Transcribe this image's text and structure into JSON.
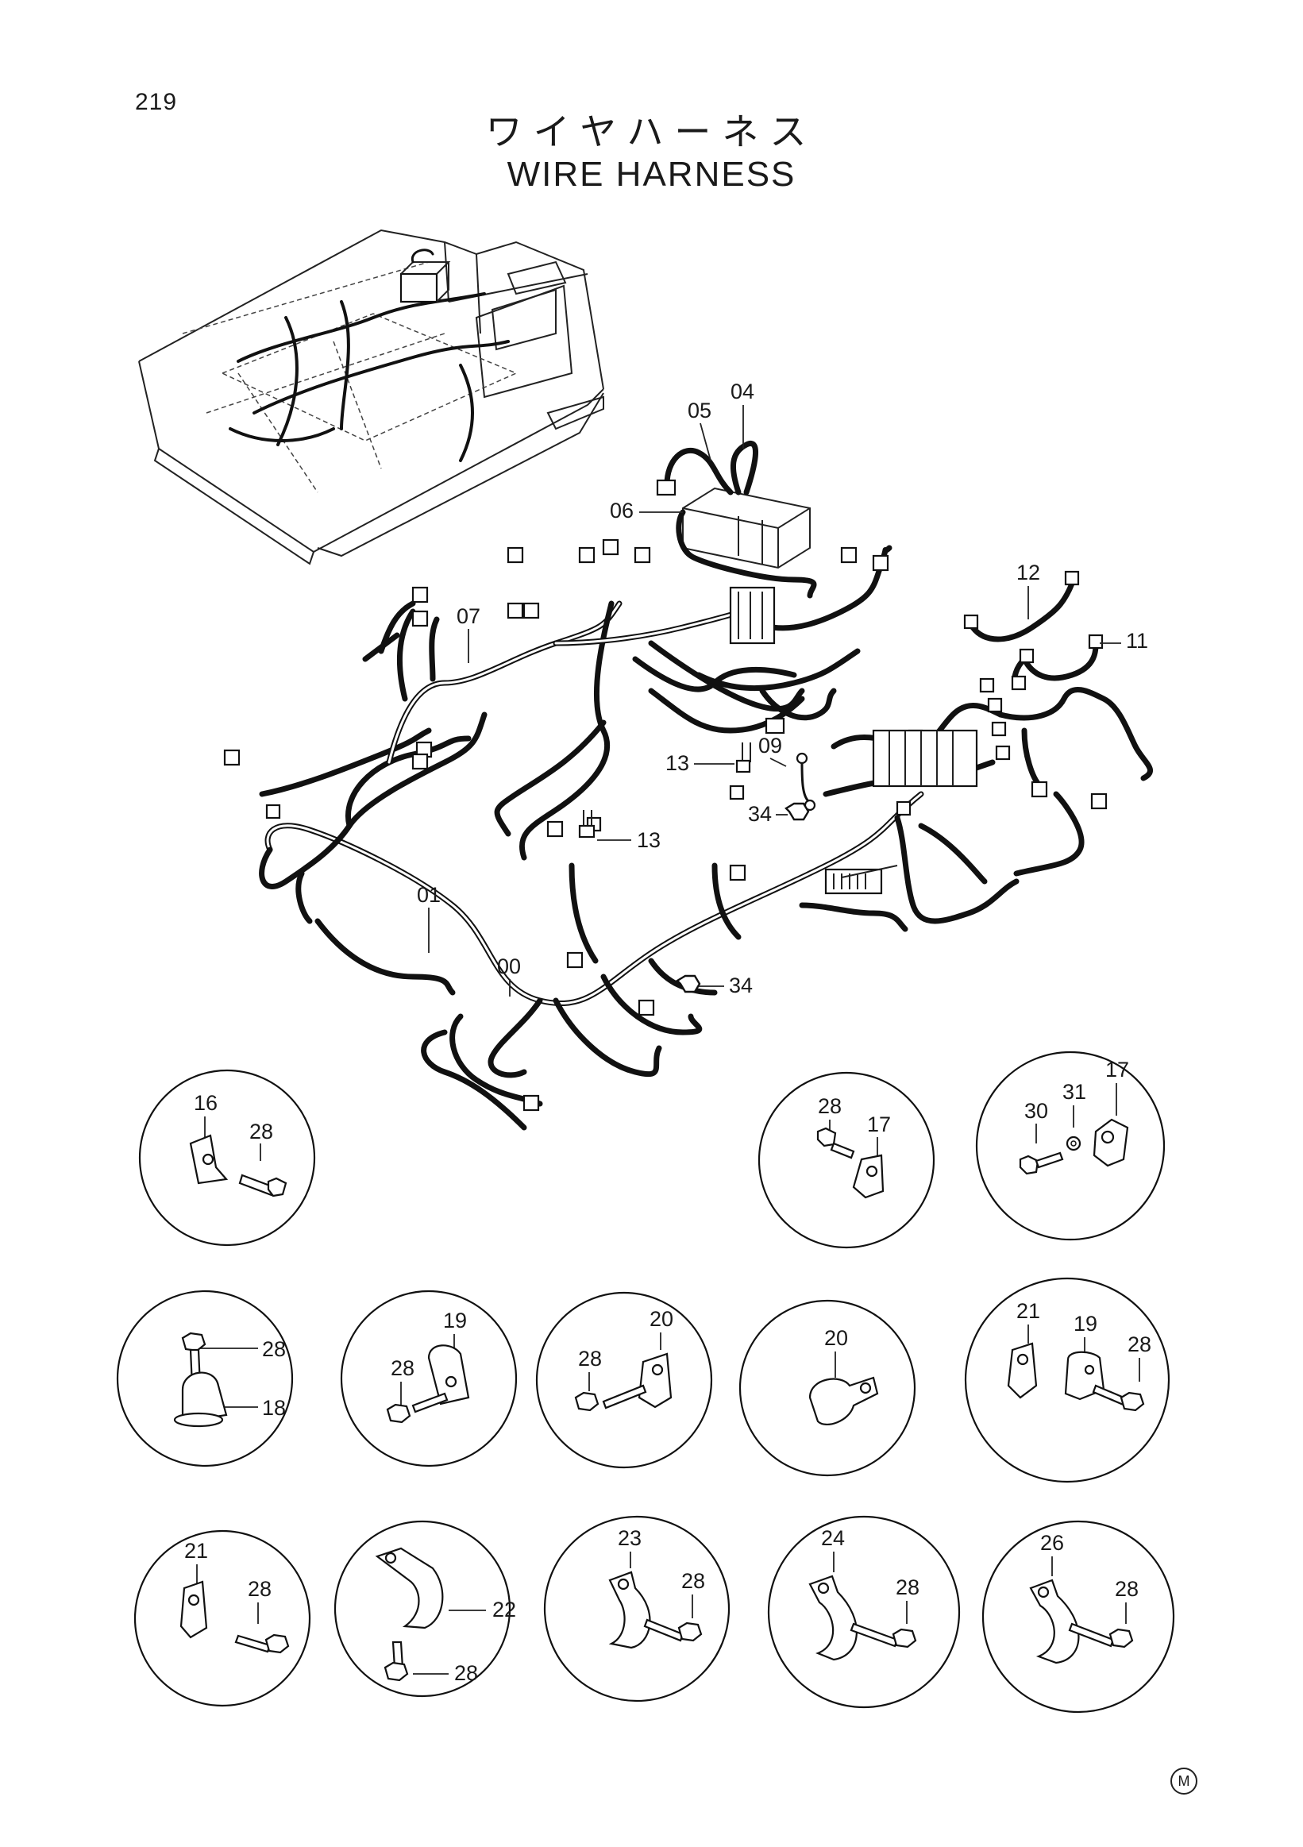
{
  "page_number": "219",
  "title_jp": "ワイヤハーネス",
  "title_en": "WIRE HARNESS",
  "callouts": {
    "c00": "00",
    "c01": "01",
    "c04": "04",
    "c05": "05",
    "c06": "06",
    "c07": "07",
    "c09": "09",
    "c11": "11",
    "c12": "12",
    "c13a": "13",
    "c13b": "13",
    "c34a": "34",
    "c34b": "34"
  },
  "details": [
    {
      "labels": [
        "16",
        "28"
      ]
    },
    {
      "labels": [
        "28",
        "17"
      ]
    },
    {
      "labels": [
        "30",
        "31",
        "17"
      ]
    },
    {
      "labels": [
        "28",
        "18"
      ]
    },
    {
      "labels": [
        "19",
        "28"
      ]
    },
    {
      "labels": [
        "20",
        "28"
      ]
    },
    {
      "labels": [
        "20"
      ]
    },
    {
      "labels": [
        "21",
        "19",
        "28"
      ]
    },
    {
      "labels": [
        "21",
        "28"
      ]
    },
    {
      "labels": [
        "22",
        "28"
      ]
    },
    {
      "labels": [
        "23",
        "28"
      ]
    },
    {
      "labels": [
        "24",
        "28"
      ]
    },
    {
      "labels": [
        "26",
        "28"
      ]
    }
  ],
  "corner_mark": "M"
}
